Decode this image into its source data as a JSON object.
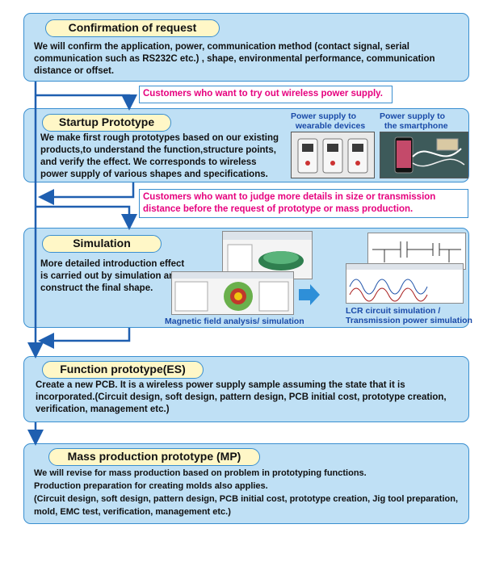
{
  "steps": [
    {
      "title": "Confirmation of request",
      "text": "We will confirm the application, power, communication method (contact signal, serial communication such as RS232C etc.) , shape, environmental performance, communication distance or offset."
    },
    {
      "title": "Startup Prototype",
      "text": "We make first rough prototypes based on our existing products,to understand the function,structure points, and verify the effect. We corresponds to wireless power supply of various shapes and specifications."
    },
    {
      "title": "Simulation",
      "text": "More detailed introduction effect is carried out by simulation and construct the final shape."
    },
    {
      "title": "Function prototype(ES)",
      "text": "Create a new PCB. It is a wireless power supply sample assuming the state that it is incorporated.(Circuit design, soft design, pattern design, PCB initial cost, prototype creation, verification, management etc.)"
    },
    {
      "title": "Mass production prototype (MP)",
      "text": "We will revise for mass production based on problem in prototyping functions.\nProduction preparation for creating molds also applies.\n(Circuit design, soft design, pattern design, PCB initial cost, prototype creation, Jig tool preparation, mold, EMC test, verification, management etc.)"
    }
  ],
  "notes": {
    "try_wireless": "Customers who want to try out wireless power supply.",
    "judge_details": "Customers who want to judge more details in size or transmission distance before the request of prototype or mass production."
  },
  "captions": {
    "wearable": "Power supply to\n  wearable devices",
    "smartphone": "Power supply to\n  the smartphone",
    "magnetic": "Magnetic field analysis/ simulation",
    "lcr": "LCR circuit simulation /\nTransmission power simulation"
  },
  "colors": {
    "box_fill": "#bfe0f5",
    "box_border": "#3a8fd0",
    "pill_fill": "#fff7c7",
    "note_text": "#e6007e",
    "arrow": "#1f5fb0"
  }
}
